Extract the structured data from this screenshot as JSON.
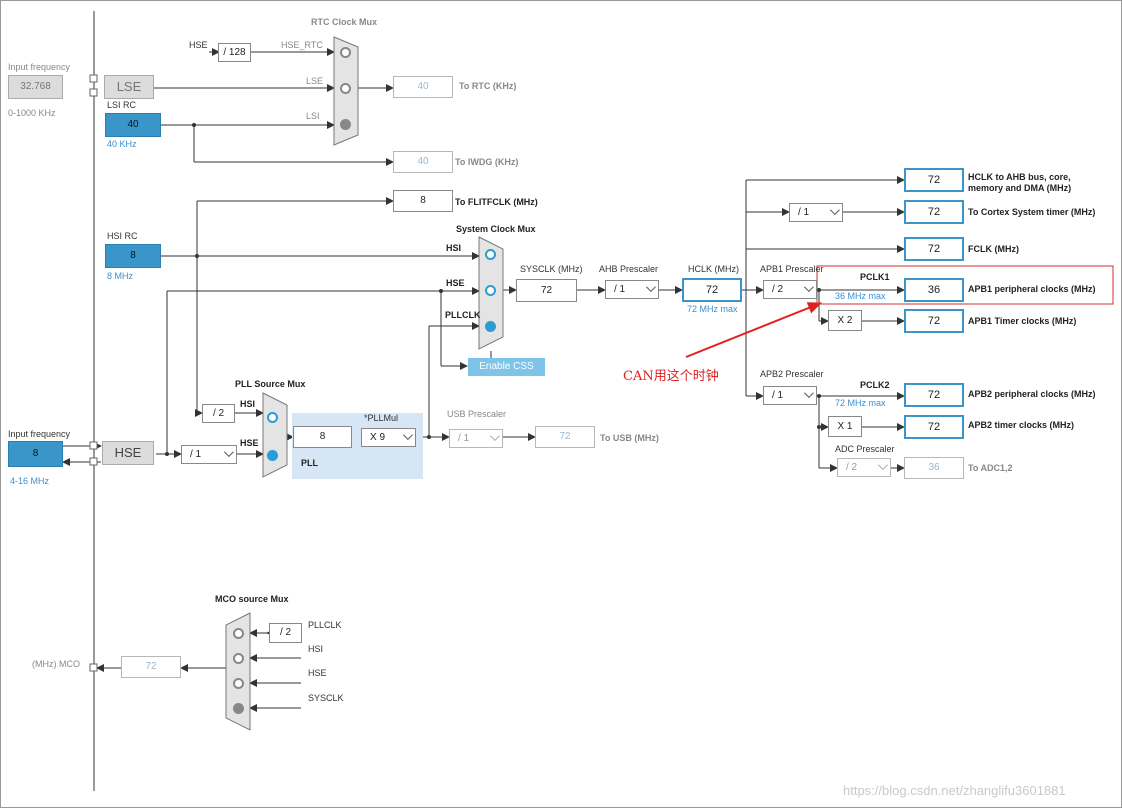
{
  "rtc": {
    "mux_title": "RTC Clock Mux",
    "hse_label": "HSE",
    "div128": "/ 128",
    "hse_rtc": "HSE_RTC",
    "lse": "LSE",
    "lsi": "LSI",
    "rtc_value": "40",
    "rtc_label": "To RTC (KHz)",
    "iwdg_value": "40",
    "iwdg_label": "To IWDG (KHz)"
  },
  "lse_input": {
    "title": "Input frequency",
    "value": "32.768",
    "range": "0-1000 KHz",
    "block": "LSE"
  },
  "lsi_rc": {
    "title": "LSI RC",
    "value": "40",
    "unit": "40 KHz"
  },
  "flitf": {
    "value": "8",
    "label": "To FLITFCLK (MHz)"
  },
  "hsi_rc": {
    "title": "HSI RC",
    "value": "8",
    "unit": "8 MHz"
  },
  "sysmux": {
    "title": "System Clock Mux",
    "hsi": "HSI",
    "hse": "HSE",
    "pllclk": "PLLCLK",
    "enable_css": "Enable CSS"
  },
  "sysclk": {
    "title": "SYSCLK (MHz)",
    "value": "72"
  },
  "ahb": {
    "title": "AHB Prescaler",
    "value": "/ 1"
  },
  "hclk": {
    "title": "HCLK (MHz)",
    "value": "72",
    "max": "72 MHz max"
  },
  "apb1": {
    "title": "APB1 Prescaler",
    "value": "/ 2",
    "pclk": "PCLK1",
    "max": "36 MHz max",
    "x2": "X 2"
  },
  "apb2": {
    "title": "APB2 Prescaler",
    "value": "/ 1",
    "pclk": "PCLK2",
    "max": "72 MHz max",
    "x1": "X 1"
  },
  "adc": {
    "title": "ADC Prescaler",
    "value": "/ 2",
    "out": "36",
    "label": "To ADC1,2"
  },
  "cortex_div": "/ 1",
  "outputs": {
    "hclk_ahb": {
      "value": "72",
      "label1": "HCLK to AHB bus, core,",
      "label2": "memory and DMA (MHz)"
    },
    "cortex": {
      "value": "72",
      "label": "To Cortex System timer (MHz)"
    },
    "fclk": {
      "value": "72",
      "label": "FCLK (MHz)"
    },
    "apb1_periph": {
      "value": "36",
      "label": "APB1 peripheral clocks (MHz)"
    },
    "apb1_timer": {
      "value": "72",
      "label": "APB1 Timer clocks (MHz)"
    },
    "apb2_periph": {
      "value": "72",
      "label": "APB2 peripheral clocks (MHz)"
    },
    "apb2_timer": {
      "value": "72",
      "label": "APB2 timer clocks (MHz)"
    }
  },
  "annotation": {
    "text": "CAN用这个时钟",
    "color": "#e02020"
  },
  "pll": {
    "src_title": "PLL Source Mux",
    "div2": "/ 2",
    "hsi": "HSI",
    "hse": "HSE",
    "pll_in": "8",
    "pllmul_title": "*PLLMul",
    "pllmul": "X 9",
    "label": "PLL"
  },
  "usb": {
    "title": "USB Prescaler",
    "value": "/ 1",
    "out": "72",
    "label": "To USB (MHz)"
  },
  "hse_input": {
    "title": "Input frequency",
    "value": "8",
    "range": "4-16 MHz",
    "block": "HSE",
    "div": "/ 1"
  },
  "mco": {
    "title": "MCO source Mux",
    "div2": "/ 2",
    "pllclk": "PLLCLK",
    "hsi": "HSI",
    "hse": "HSE",
    "sysclk": "SYSCLK",
    "value": "72",
    "label": "(MHz) MCO"
  },
  "watermark": "https://blog.csdn.net/zhanglifu3601881",
  "colors": {
    "accent": "#3a96c8",
    "annotation": "#e02020",
    "pll_bg": "#d6e6f4"
  }
}
